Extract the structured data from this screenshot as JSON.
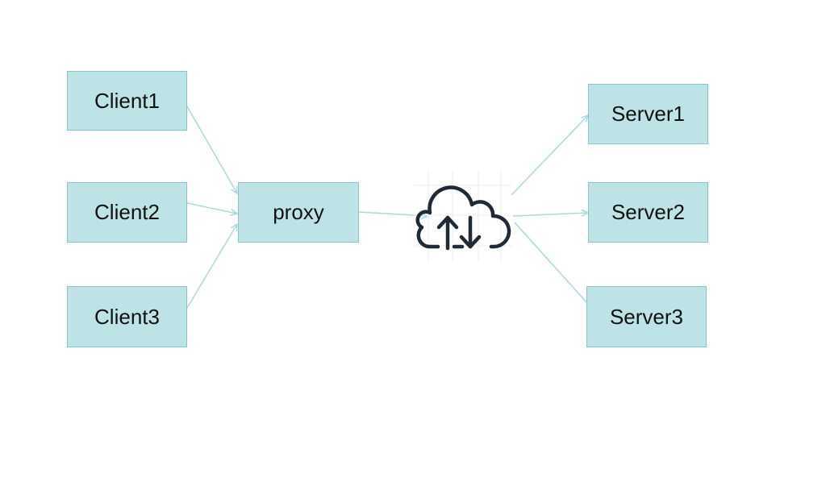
{
  "nodes": {
    "client1": "Client1",
    "client2": "Client2",
    "client3": "Client3",
    "proxy": "proxy",
    "server1": "Server1",
    "server2": "Server2",
    "server3": "Server3"
  },
  "icons": {
    "center": "cloud-upload-download-icon"
  },
  "colors": {
    "box_fill": "#bde3e6",
    "box_border": "#86c6cc",
    "connector": "#a9d9de",
    "icon": "#1f2a36"
  }
}
